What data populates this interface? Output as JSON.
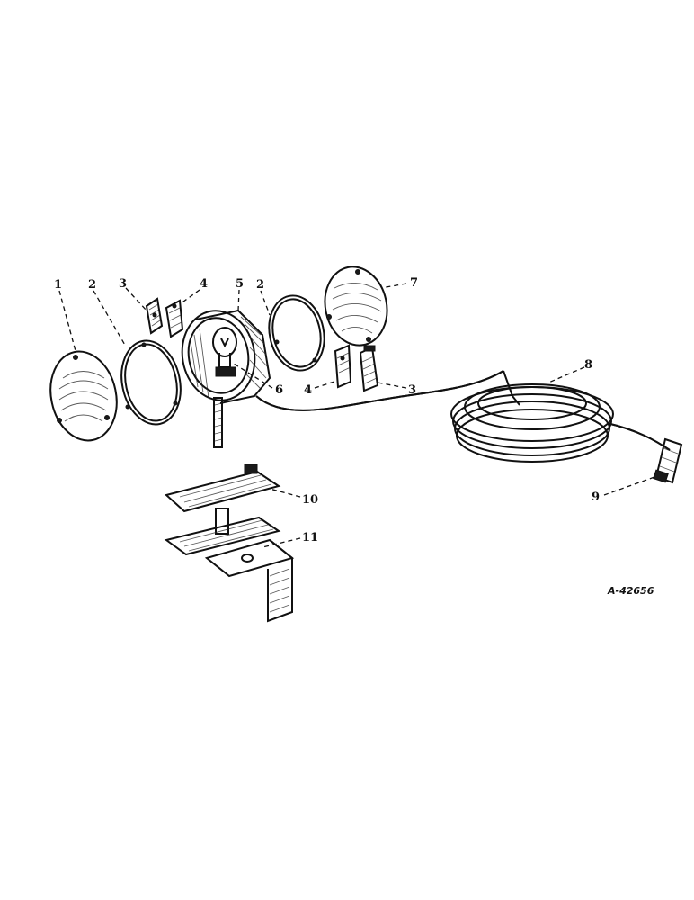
{
  "diagram": {
    "callouts": [
      {
        "id": "1",
        "text": "1"
      },
      {
        "id": "2a",
        "text": "2"
      },
      {
        "id": "3a",
        "text": "3"
      },
      {
        "id": "4a",
        "text": "4"
      },
      {
        "id": "5",
        "text": "5"
      },
      {
        "id": "2b",
        "text": "2"
      },
      {
        "id": "7",
        "text": "7"
      },
      {
        "id": "6",
        "text": "6"
      },
      {
        "id": "4b",
        "text": "4"
      },
      {
        "id": "3b",
        "text": "3"
      },
      {
        "id": "8",
        "text": "8"
      },
      {
        "id": "9",
        "text": "9"
      },
      {
        "id": "10",
        "text": "10"
      },
      {
        "id": "11",
        "text": "11"
      }
    ],
    "reference_code": "A-42656"
  }
}
